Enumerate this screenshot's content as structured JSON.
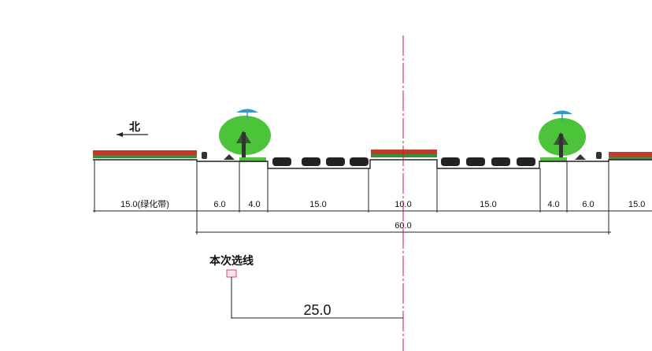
{
  "north_label": "北",
  "dimensions": {
    "green_belt_left": "15.0(绿化带)",
    "sidewalk_left": "6.0",
    "planting_left": "4.0",
    "carriageway_left": "15.0",
    "median": "10.0",
    "carriageway_right": "15.0",
    "planting_right": "4.0",
    "sidewalk_right": "6.0",
    "green_belt_right": "15.0",
    "total_width": "60.0"
  },
  "route_label": "本次选线",
  "offset_distance": "25.0",
  "colors": {
    "line": "#222222",
    "centerline": "#d0103a",
    "hedge_red": "#c0392b",
    "hedge_green": "#3a8f3a",
    "tree_green": "#4cc43a",
    "marker": "#d94a6a",
    "umbrella": "#3399cc"
  }
}
